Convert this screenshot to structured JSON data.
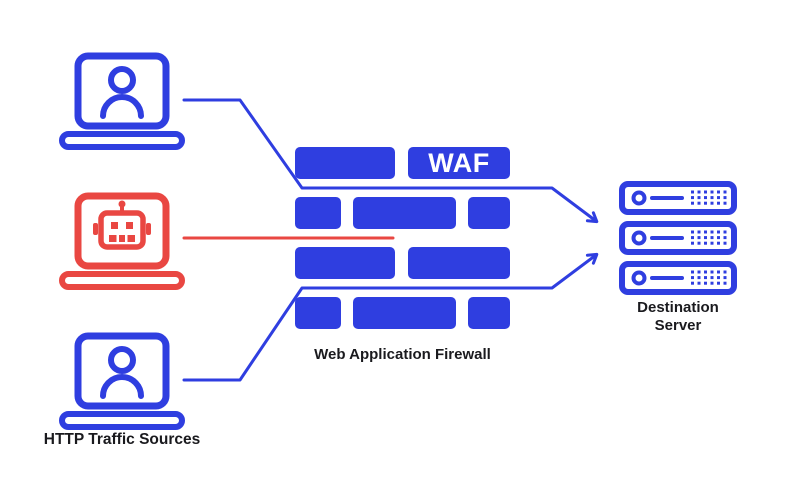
{
  "diagram": {
    "labels": {
      "http_sources": "HTTP Traffic Sources",
      "waf_badge": "WAF",
      "firewall": "Web Application Firewall",
      "destination": "Destination Server"
    },
    "colors": {
      "blue": "#2f3ee0",
      "red": "#e94742",
      "text": "#1a1a1e",
      "background": "#ffffff"
    },
    "nodes": [
      {
        "id": "laptop-user-top",
        "icon": "laptop-user-icon",
        "role": "legitimate HTTP client"
      },
      {
        "id": "laptop-bot",
        "icon": "laptop-bot-icon",
        "role": "malicious bot client"
      },
      {
        "id": "laptop-user-bottom",
        "icon": "laptop-user-icon",
        "role": "legitimate HTTP client"
      },
      {
        "id": "waf-wall",
        "icon": "brick-wall-icon",
        "role": "web application firewall"
      },
      {
        "id": "destination-server",
        "icon": "server-rack-icon",
        "role": "destination server"
      }
    ],
    "flows": [
      {
        "from": "laptop-user-top",
        "to": "destination-server",
        "status": "allowed",
        "color": "blue"
      },
      {
        "from": "laptop-bot",
        "to": "waf-wall",
        "status": "blocked",
        "color": "red"
      },
      {
        "from": "laptop-user-bottom",
        "to": "destination-server",
        "status": "allowed",
        "color": "blue"
      }
    ]
  }
}
